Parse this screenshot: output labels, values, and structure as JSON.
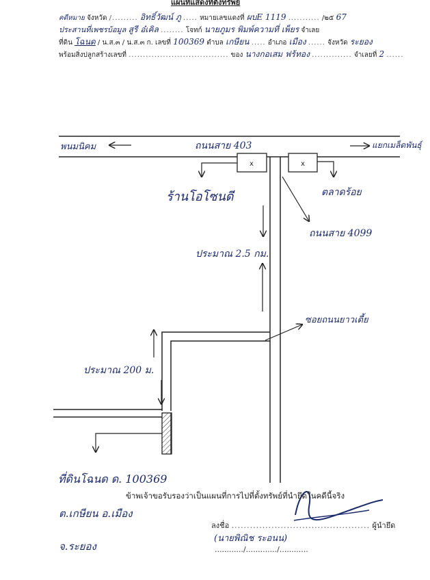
{
  "doc": {
    "title_top": "แผนที่แสดงที่ตั้งทรัพย์"
  },
  "header": {
    "row1": {
      "label_province": "จังหวัด",
      "value_person": "อิทธิ์วัฒน์ ภู",
      "label_no": "หมายเลขแดงที่",
      "value_no": "ผบE 1119",
      "label_year": "/๒๕",
      "value_year": "67",
      "prefix": "คดีหมาย"
    },
    "row2": {
      "label_plaintiff": "ประสานที่เพชรบ้อมูล",
      "value_plaintiff": "สูรี อ๋เคิล",
      "label_defendant": "โจทก์",
      "value_defendant": "นายภูมร พิมพ์ความที่ เพ็ยร",
      "label_end": "จำเลย"
    },
    "row3": {
      "label_land": "ที่ดิน",
      "value_land_type": "โฉนด",
      "label_types": "/ น.ส.๓ / น.ส.๓ ก. เลขที่",
      "value_land_no": "100369",
      "label_tambon": "ตำบล",
      "value_tambon": "เกษียน",
      "label_amphoe": "อำเภอ",
      "value_amphoe": "เมือง",
      "label_changwat": "จังหวัด",
      "value_changwat": "ระยอง"
    },
    "row4": {
      "label_building": "พร้อมสิ่งปลูกสร้างเลขที่",
      "label_of": "ของ",
      "value_owner": "นางกอเสม ฟร้ทอง",
      "label_defendant_no": "จำเลยที่",
      "value_defendant_no": "2"
    }
  },
  "map": {
    "road_left": "พนมนิคม",
    "road_main": "ถนนสาย 403",
    "road_right": "แยกเมล็ดพันธุ์",
    "shop_left": "ร้านโอโซนดี",
    "market_right": "ตลาดร้อย",
    "road_side": "ถนนสาย 4099",
    "distance_1": "ประมาณ 2.5 กม.",
    "soi_label": "ซอยถนนยาวเตี้ย",
    "distance_2": "ประมาณ 200 ม.",
    "marker_x": "x"
  },
  "footer": {
    "deed_note": "ที่ดินโฉนด ด. 100369",
    "declaration": "ข้าพเจ้าขอรับรองว่าเป็นแผนที่การไปที่ตั้งทรัพย์ที่นำยึดในคดีนี้จริง",
    "location_note": "ต.เกษียน อ.เมือง",
    "province_note": "จ.ระยอง",
    "sign_label": "ลงชื่อ",
    "sign_role": "ผู้นำยึด",
    "sign_name": "(นายพิณิช ระอนน)",
    "date_line": "............/............./............"
  }
}
